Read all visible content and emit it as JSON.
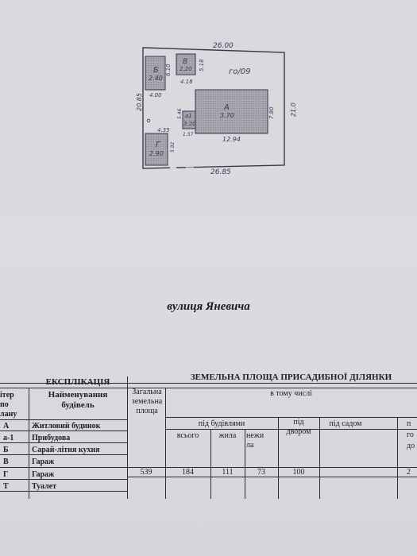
{
  "plan": {
    "dims": {
      "top": "26.00",
      "bottom": "26.85",
      "left": "20.85",
      "right": "21.0",
      "yard": "го/09"
    },
    "buildings": [
      {
        "letter": "Б",
        "area": "2.40",
        "side1": "6.10",
        "side2": "4.00"
      },
      {
        "letter": "В",
        "area": "2.20",
        "side1": "5.18",
        "side2": "4.18"
      },
      {
        "letter": "А",
        "area": "3.70",
        "side1": "7.80",
        "side2": "12.94"
      },
      {
        "letter": "а1",
        "area": "3.20",
        "side1": "5.46",
        "side2": "1.57"
      },
      {
        "letter": "Г",
        "area": "2.90",
        "side1": "5.92",
        "side2": "4.35"
      }
    ]
  },
  "street": "вулиця Яневича",
  "explication": {
    "title_left": "ЕКСПЛІКАЦІЯ",
    "title_right": "ЗЕМЕЛЬНА ПЛОЩА ПРИСАДИБНОЇ ДІЛЯНКИ",
    "col_letter": [
      "ітер",
      "по",
      "лану"
    ],
    "col_name": [
      "Найменування",
      "будівель"
    ],
    "col_total": [
      "Загальна",
      "земельна",
      "площа"
    ],
    "in_total": "в тому числі",
    "under_buildings": "під будівлями",
    "sub_all": "всього",
    "sub_living": "жила",
    "sub_nonliving": [
      "нежи",
      "ла"
    ],
    "yard": [
      "під",
      "двором"
    ],
    "garden": "під садом",
    "last_col": [
      "п",
      "го",
      "до"
    ],
    "rows": [
      {
        "letter": "А",
        "name": "Житловий будинок"
      },
      {
        "letter": "а-1",
        "name": "Прибудова"
      },
      {
        "letter": "Б",
        "name": "Сарай-літня кухня"
      },
      {
        "letter": "В",
        "name": "Гараж"
      },
      {
        "letter": "Г",
        "name": "Гараж"
      },
      {
        "letter": "Т",
        "name": "Туалет"
      }
    ],
    "values": {
      "total": "539",
      "all": "184",
      "living": "111",
      "nonliving": "73",
      "yard": "100",
      "last": "2"
    }
  }
}
